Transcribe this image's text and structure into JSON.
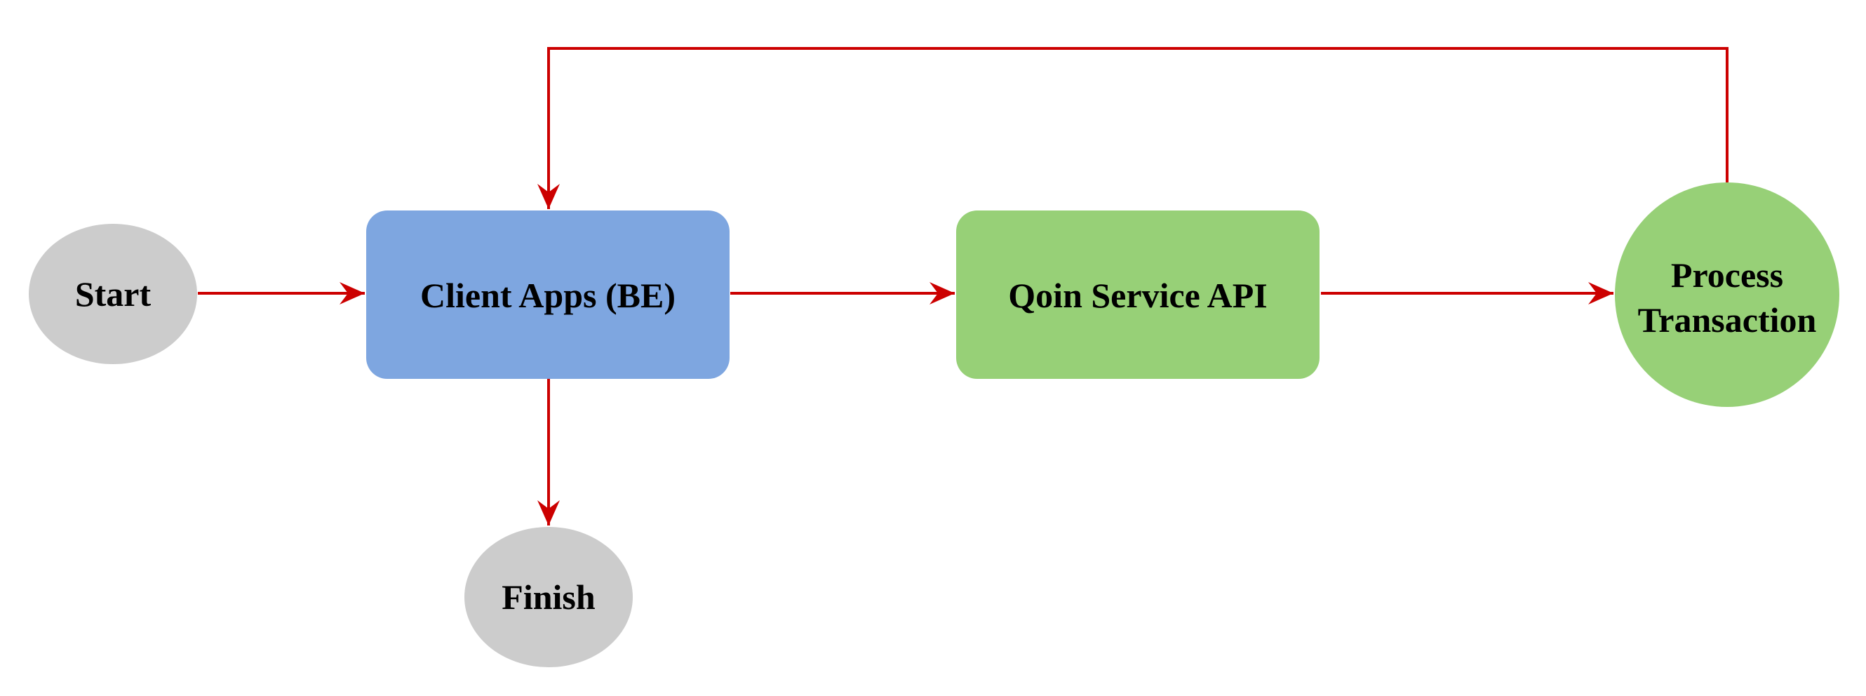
{
  "nodes": {
    "start": {
      "label": "Start",
      "color": "#cccccc"
    },
    "client_apps": {
      "label": "Client Apps (BE)",
      "color": "#7ea6e0"
    },
    "qoin_service": {
      "label": "Qoin Service API",
      "color": "#97d077"
    },
    "process": {
      "line1": "Process",
      "line2": "Transaction",
      "color": "#97d077"
    },
    "finish": {
      "label": "Finish",
      "color": "#cccccc"
    }
  },
  "edges": [
    {
      "from": "Start",
      "to": "Client Apps (BE)"
    },
    {
      "from": "Client Apps (BE)",
      "to": "Qoin Service API"
    },
    {
      "from": "Qoin Service API",
      "to": "Process Transaction"
    },
    {
      "from": "Process Transaction",
      "to": "Client Apps (BE)"
    },
    {
      "from": "Client Apps (BE)",
      "to": "Finish"
    }
  ],
  "edge_color": "#cc0000"
}
